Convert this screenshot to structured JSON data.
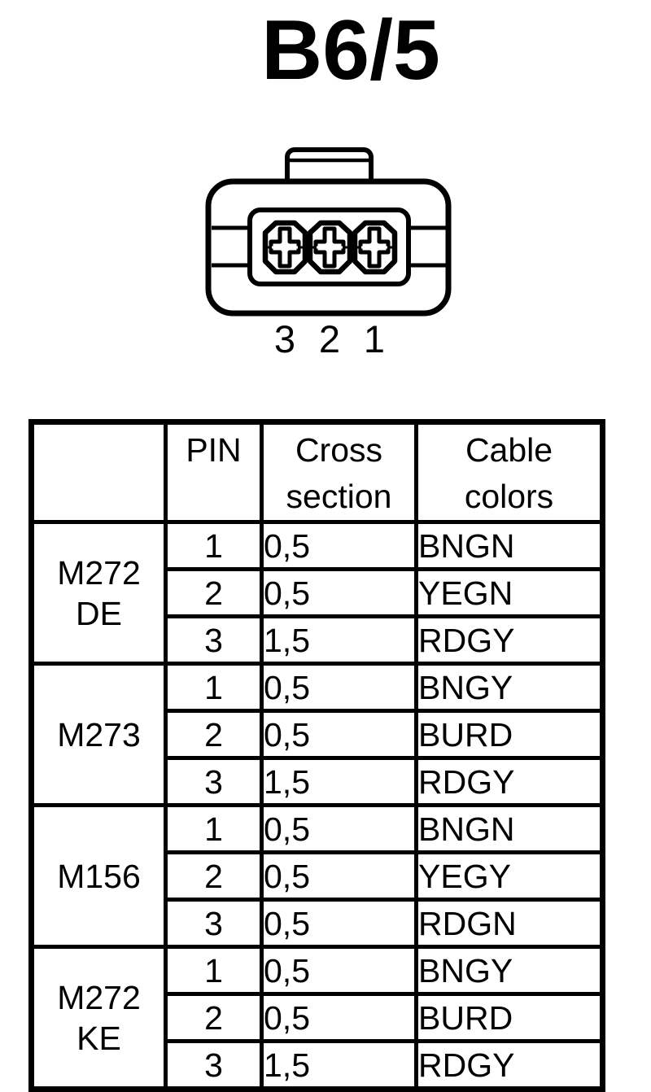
{
  "title": "B6/5",
  "connector": {
    "pin_labels": [
      "3",
      "2",
      "1"
    ]
  },
  "table": {
    "headers": {
      "engine": "",
      "pin": "PIN",
      "cross_section": "Cross\nsection",
      "cable_colors": "Cable\ncolors"
    },
    "groups": [
      {
        "engine": "M272\nDE",
        "rows": [
          {
            "pin": "1",
            "cross_section": "0,5",
            "cable_color": "BNGN"
          },
          {
            "pin": "2",
            "cross_section": "0,5",
            "cable_color": "YEGN"
          },
          {
            "pin": "3",
            "cross_section": "1,5",
            "cable_color": "RDGY"
          }
        ]
      },
      {
        "engine": "M273",
        "rows": [
          {
            "pin": "1",
            "cross_section": "0,5",
            "cable_color": "BNGY"
          },
          {
            "pin": "2",
            "cross_section": "0,5",
            "cable_color": "BURD"
          },
          {
            "pin": "3",
            "cross_section": "1,5",
            "cable_color": "RDGY"
          }
        ]
      },
      {
        "engine": "M156",
        "rows": [
          {
            "pin": "1",
            "cross_section": "0,5",
            "cable_color": "BNGN"
          },
          {
            "pin": "2",
            "cross_section": "0,5",
            "cable_color": "YEGY"
          },
          {
            "pin": "3",
            "cross_section": "0,5",
            "cable_color": "RDGN"
          }
        ]
      },
      {
        "engine": "M272\nKE",
        "rows": [
          {
            "pin": "1",
            "cross_section": "0,5",
            "cable_color": "BNGY"
          },
          {
            "pin": "2",
            "cross_section": "0,5",
            "cable_color": "BURD"
          },
          {
            "pin": "3",
            "cross_section": "1,5",
            "cable_color": "RDGY"
          }
        ]
      }
    ]
  }
}
